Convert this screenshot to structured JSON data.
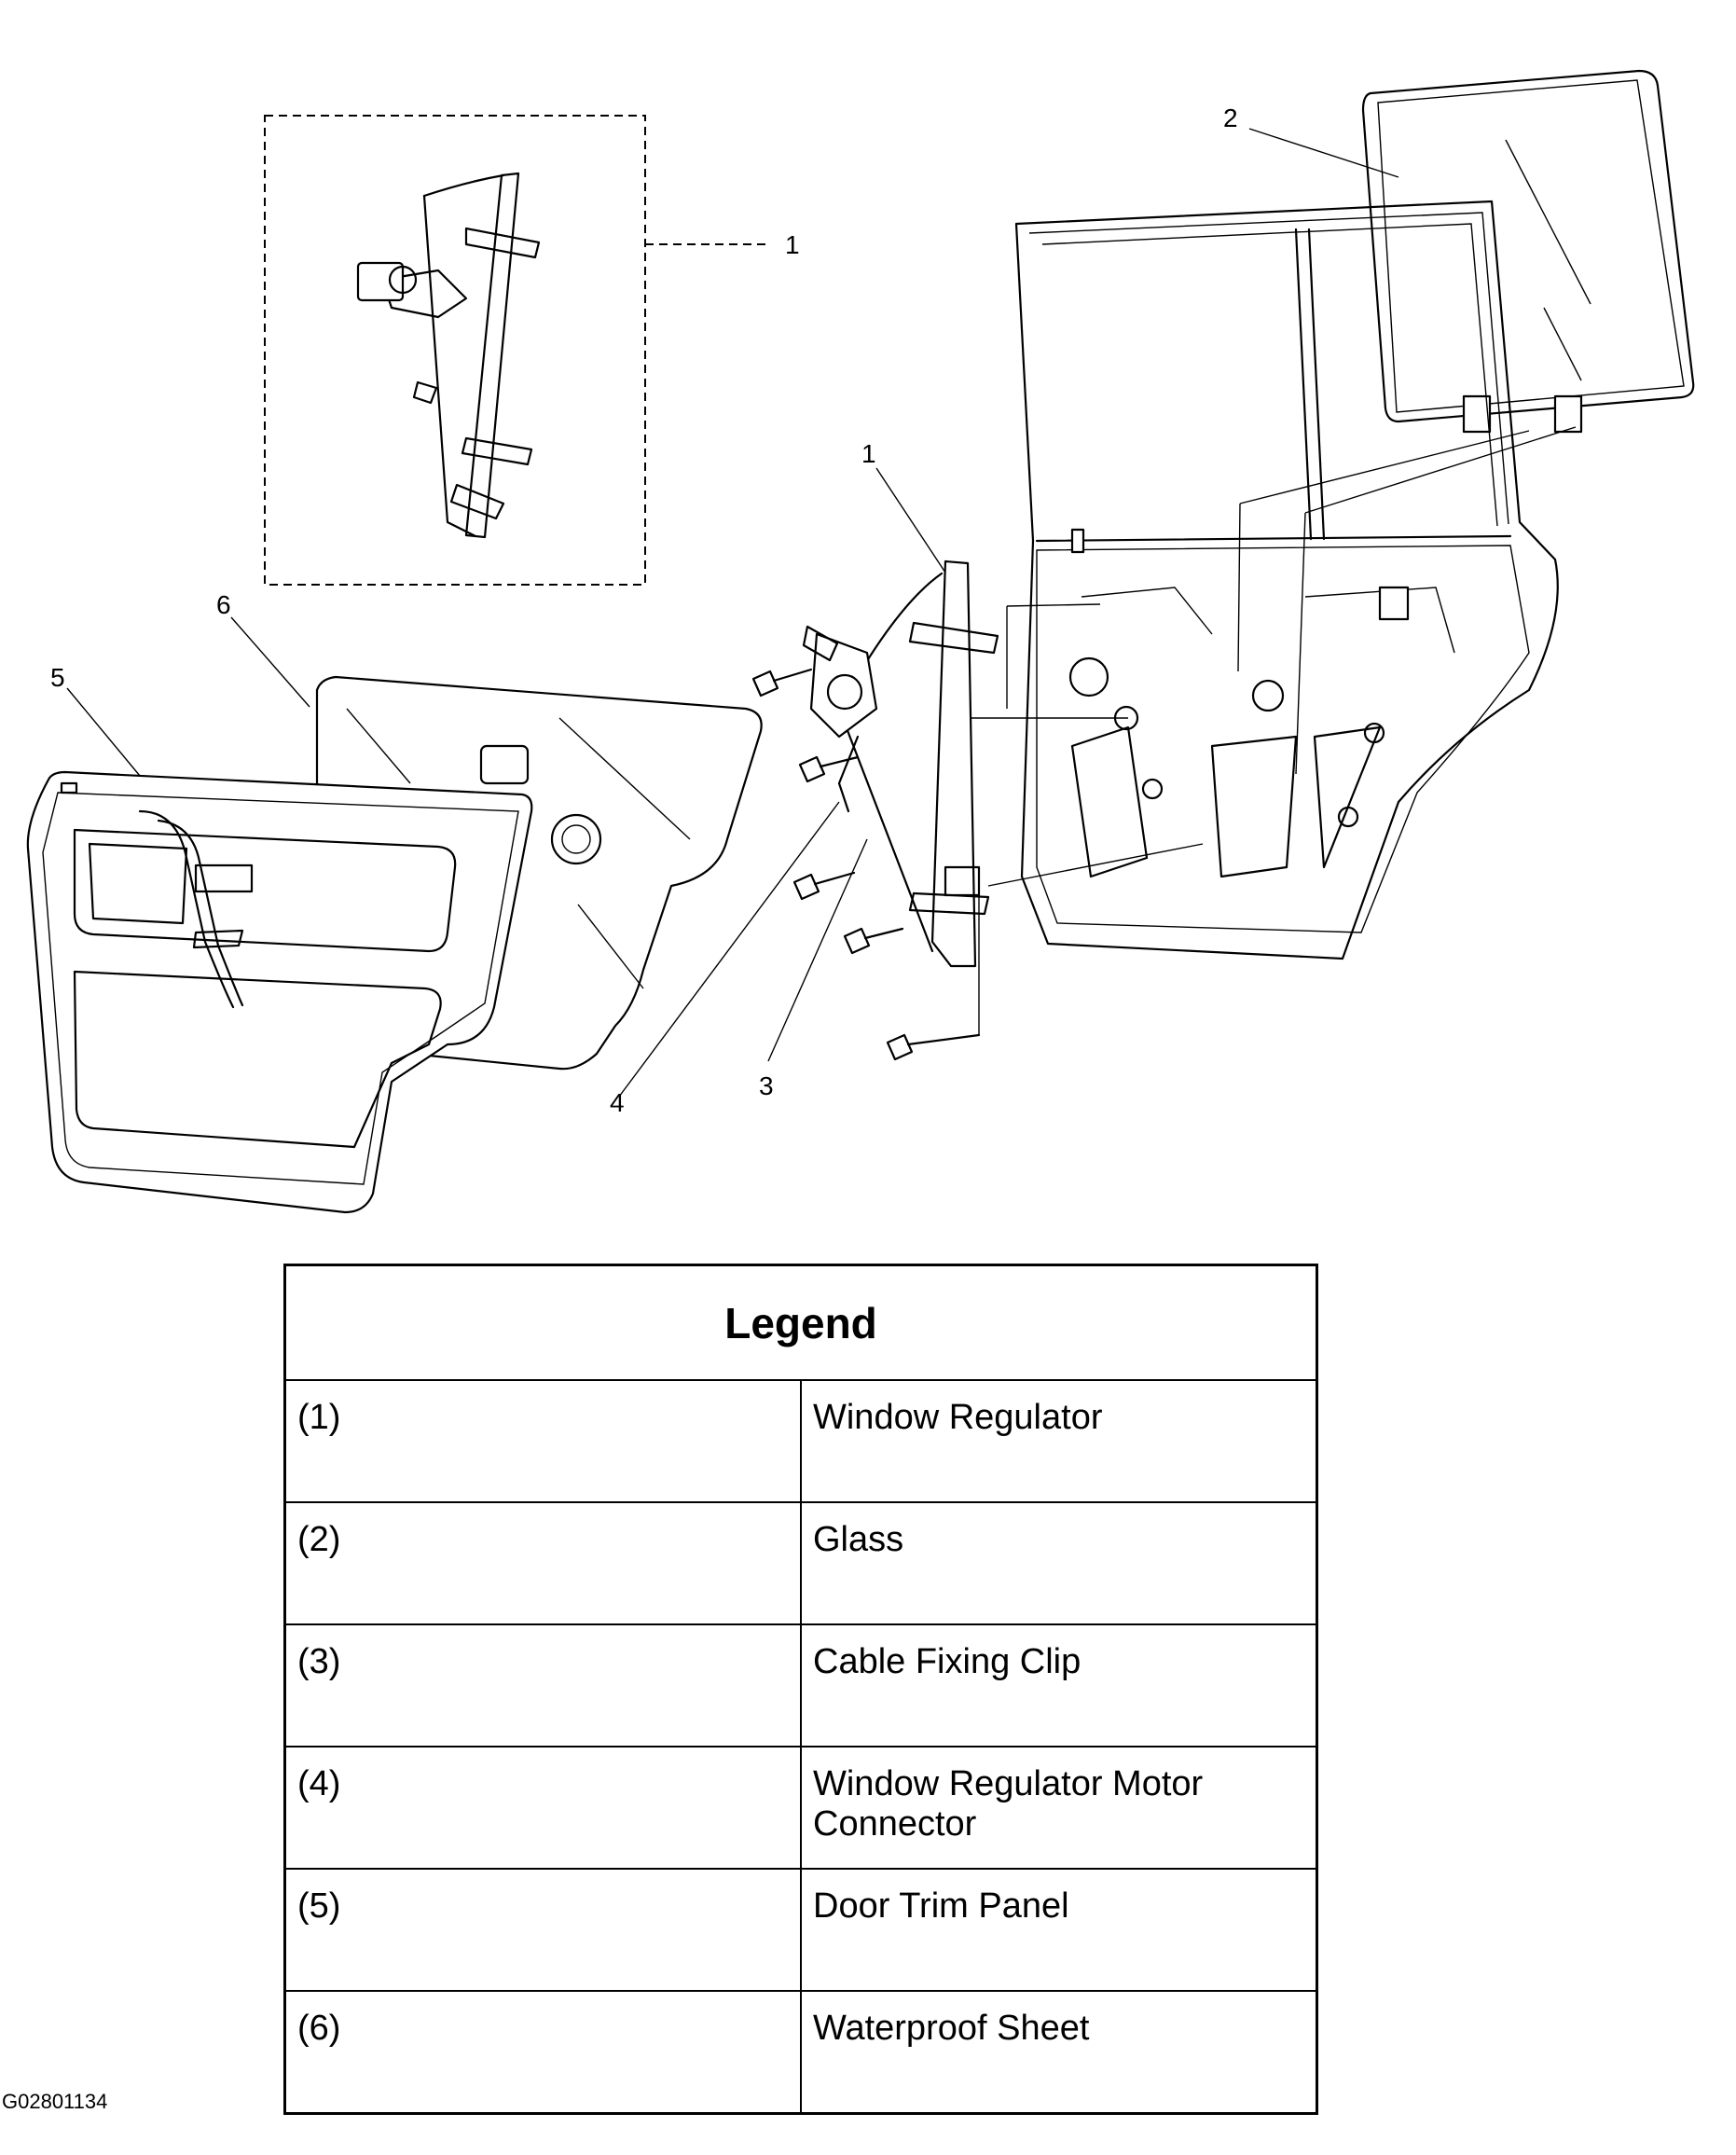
{
  "callouts": [
    "1",
    "2",
    "1",
    "6",
    "5",
    "4",
    "3"
  ],
  "legend": {
    "title": "Legend",
    "rows": [
      {
        "num": "(1)",
        "label": "Window Regulator"
      },
      {
        "num": "(2)",
        "label": "Glass"
      },
      {
        "num": "(3)",
        "label": "Cable Fixing Clip"
      },
      {
        "num": "(4)",
        "label": "Window Regulator Motor Connector"
      },
      {
        "num": "(5)",
        "label": "Door Trim Panel"
      },
      {
        "num": "(6)",
        "label": "Waterproof Sheet"
      }
    ]
  },
  "figure_id": "G02801134"
}
